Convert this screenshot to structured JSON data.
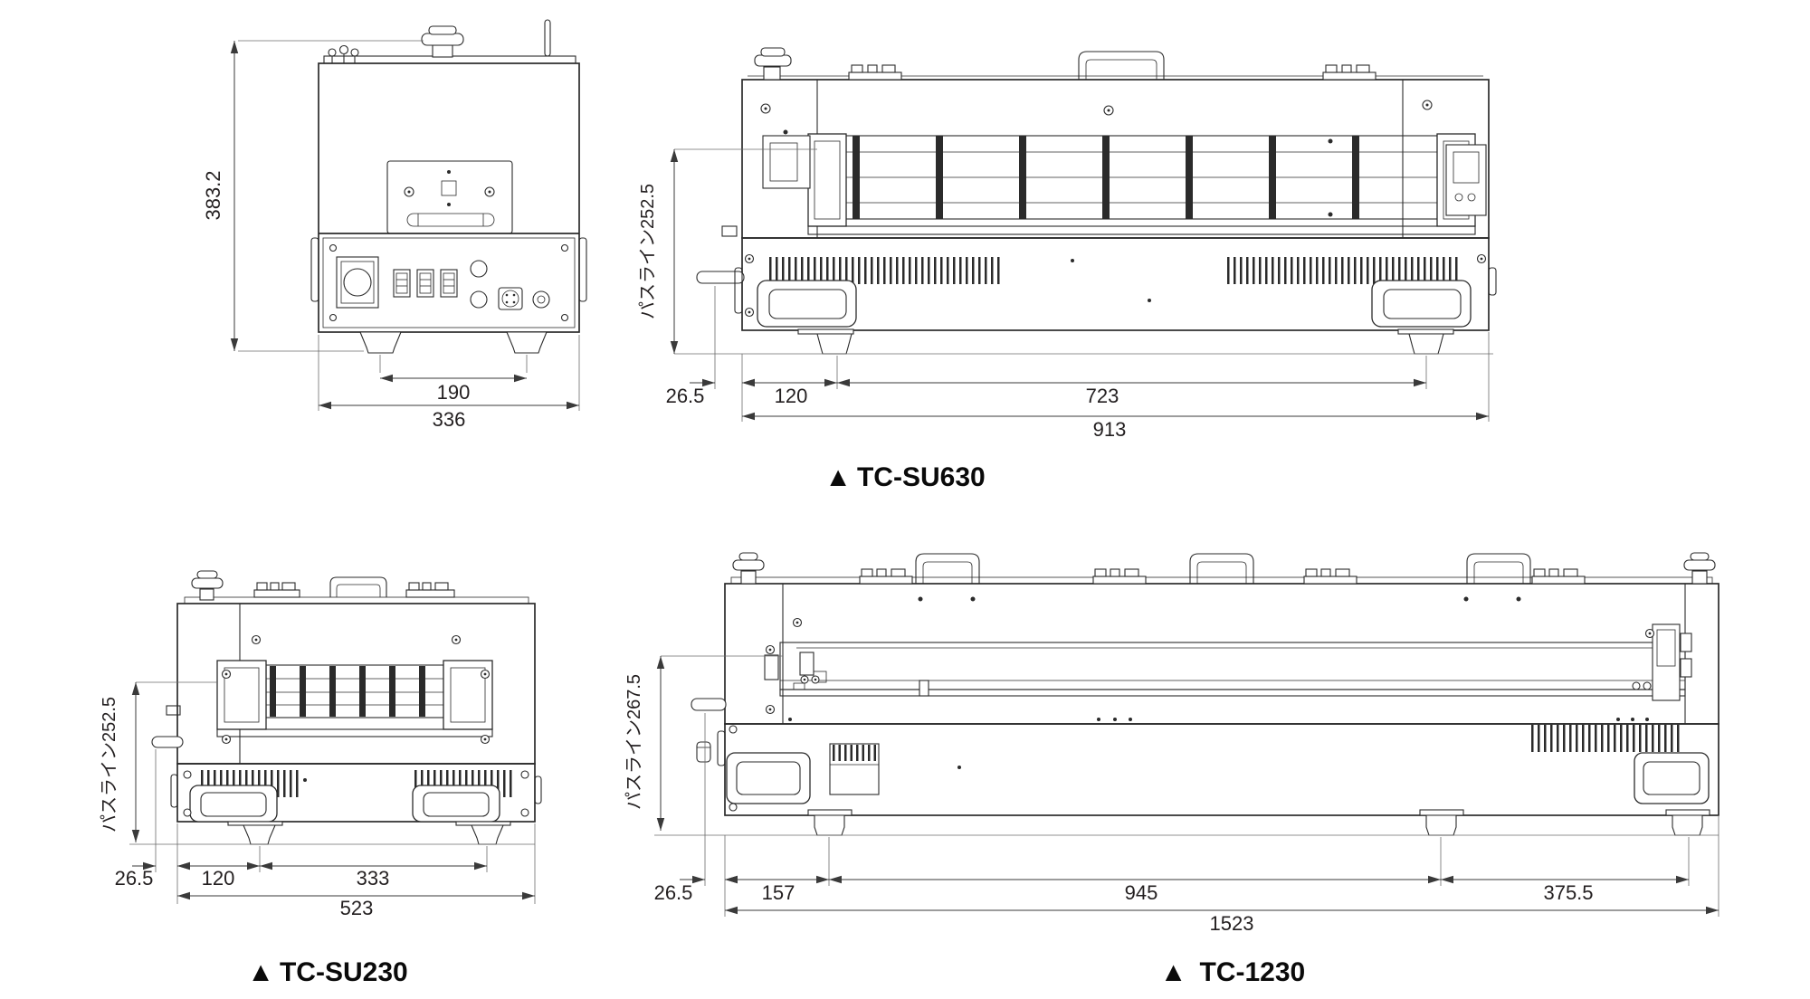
{
  "colors": {
    "ink": "#2b2b2b",
    "dim": "#3a3a3a",
    "text": "#231f20",
    "label": "#0a0a0a",
    "bg": "#ffffff"
  },
  "front_view": {
    "dim_height": "383.2",
    "dim_feet_span": "190",
    "dim_width": "336"
  },
  "tc_su630": {
    "marker": "▲",
    "model": "TC-SU630",
    "passline_label": "パスライン252.5",
    "dim_offset": "26.5",
    "dim_left_foot": "120",
    "dim_feet_span": "723",
    "dim_overall_width": "913"
  },
  "tc_su230": {
    "marker": "▲",
    "model": "TC-SU230",
    "passline_label": "パスライン252.5",
    "dim_offset": "26.5",
    "dim_left_foot": "120",
    "dim_feet_span": "333",
    "dim_overall_width": "523"
  },
  "tc_1230": {
    "marker": "▲",
    "model": "TC-1230",
    "passline_label": "パスライン267.5",
    "dim_offset": "26.5",
    "dim_left_foot": "157",
    "dim_feet_span": "945",
    "dim_right_foot": "375.5",
    "dim_overall_width": "1523"
  }
}
